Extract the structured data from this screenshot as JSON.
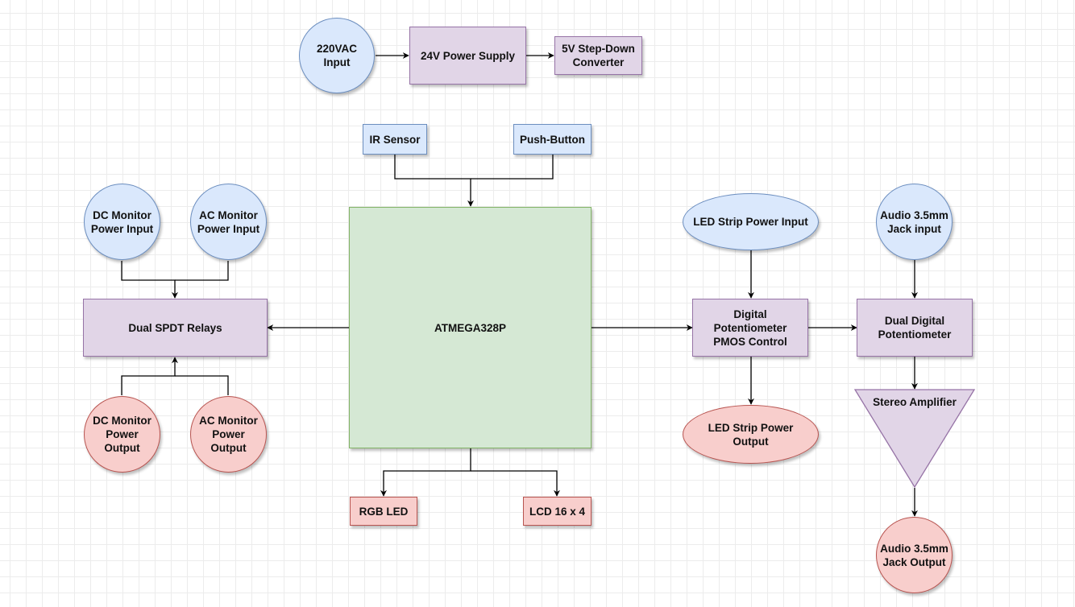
{
  "nodes": {
    "ac220": "220VAC\nInput",
    "ps24": "24V Power Supply",
    "stepdown": "5V Step-Down\nConverter",
    "ir": "IR Sensor",
    "pushbtn": "Push-Button",
    "mcu": "ATMEGA328P",
    "dc_in": "DC Monitor\nPower Input",
    "ac_in": "AC Monitor\nPower Input",
    "relays": "Dual SPDT Relays",
    "dc_out": "DC Monitor\nPower\nOutput",
    "ac_out": "AC Monitor\nPower\nOutput",
    "rgb": "RGB LED",
    "lcd": "LCD 16 x 4",
    "led_in": "LED Strip Power Input",
    "digipot_pmos": "Digital\nPotentiometer\nPMOS Control",
    "led_out": "LED Strip Power\nOutput",
    "audio_in": "Audio 3.5mm\nJack input",
    "dual_pot": "Dual Digital\nPotentiometer",
    "amp": "Stereo Amplifier",
    "audio_out": "Audio 3.5mm\nJack Output"
  },
  "colors": {
    "input_fill": "#dae8fc",
    "process_fill": "#e1d5e7",
    "output_fill": "#f8cecc",
    "mcu_fill": "#d5e8d4"
  }
}
